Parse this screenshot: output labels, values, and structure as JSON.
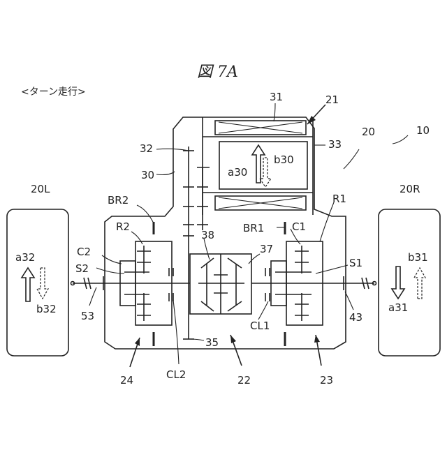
{
  "title": "図 7A",
  "caption": "<ターン走行>",
  "labels": {
    "n10": "10",
    "n20": "20",
    "n21": "21",
    "n20L": "20L",
    "n20R": "20R",
    "n22": "22",
    "n23": "23",
    "n24": "24",
    "n30": "30",
    "n31": "31",
    "n32": "32",
    "n33": "33",
    "n35": "35",
    "n37": "37",
    "n38": "38",
    "n43": "43",
    "n53": "53",
    "BR1": "BR1",
    "BR2": "BR2",
    "C1": "C1",
    "C2": "C2",
    "R1": "R1",
    "R2": "R2",
    "S1": "S1",
    "S2": "S2",
    "CL1": "CL1",
    "CL2": "CL2",
    "a30": "a30",
    "b30": "b30",
    "a31": "a31",
    "b31": "b31",
    "a32": "a32",
    "b32": "b32"
  }
}
